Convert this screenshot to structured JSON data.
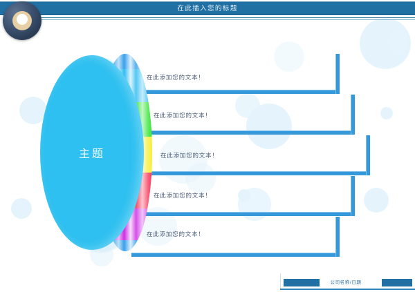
{
  "header": {
    "title": "在此插入您的标题",
    "logo_icon": "circle-disc-logo",
    "bar_color": "#2170a4"
  },
  "diagram": {
    "center_label": "主题",
    "center_color": "#2ec0f0",
    "connector_color": "#3498db",
    "segments": [
      {
        "label": "在此添加您的文本！",
        "color": "#19b5f0",
        "name": "cyan"
      },
      {
        "label": "在此添加您的文本！",
        "color": "#13e014",
        "name": "green"
      },
      {
        "label": "在此添加您的文本！",
        "color": "#f5eb15",
        "name": "yellow"
      },
      {
        "label": "在此添加您的文本！",
        "color": "#f5123c",
        "name": "red"
      },
      {
        "label": "在此添加您的文本！",
        "color": "#c717e0",
        "name": "magenta"
      }
    ]
  },
  "footer": {
    "text": "公司名称/日期"
  }
}
